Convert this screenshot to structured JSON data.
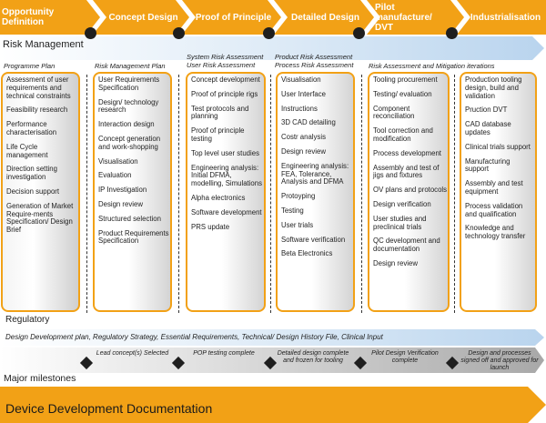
{
  "phases": [
    {
      "label": "Opportunity Definition"
    },
    {
      "label": "Concept Design"
    },
    {
      "label": "Proof of Principle"
    },
    {
      "label": "Detailed Design"
    },
    {
      "label": "Pilot manufacture/ DVT"
    },
    {
      "label": "Industrialisation"
    }
  ],
  "bands": {
    "risk_management": "Risk Management",
    "regulatory": "Regulatory",
    "regulatory_detail": "Design Development plan, Regulatory Strategy, Essential Requirements, Technical/ Design History File, Clinical Input",
    "major_milestones": "Major milestones",
    "documentation": "Device Development Documentation"
  },
  "columns": [
    {
      "header": "Programme Plan",
      "items": [
        "Assessment of user requirements and technical constraints",
        "Feasibility research",
        "Performance characterisation",
        "Life Cycle management",
        "Direction setting investigation",
        "Decision support",
        "Generation of Market Require-ments Specification/ Design Brief"
      ]
    },
    {
      "header": "Risk Management Plan",
      "items": [
        "User Requirements Specification",
        "Design/ technology research",
        "Interaction design",
        "Concept generation and work-shopping",
        "Visualisation",
        "Evaluation",
        "IP Investigation",
        "Design review",
        "Structured selection",
        "Product Requirements Specification"
      ]
    },
    {
      "header": "System Risk Assessment User Risk Assessment",
      "items": [
        "Concept development",
        "Proof of principle rigs",
        "Test protocols and planning",
        "Proof of principle testing",
        "Top level user studies",
        "Engineering analysis: Initial DFMA, modelling, Simulations",
        "Alpha electronics",
        "Software development",
        "PRS update"
      ]
    },
    {
      "header": "Product Risk Assessment Process Risk Assessment",
      "items": [
        "Visualisation",
        "User Interface",
        "Instructions",
        "3D CAD detailing",
        "Costr analysis",
        "Design review",
        "Engineering analysis: FEA, Tolerance, Analysis and DFMA",
        "Protoyping",
        "Testing",
        "User trials",
        "Software verification",
        "Beta Electronics"
      ]
    },
    {
      "header": "Risk Assessment and Mitigation iterations",
      "items": [
        "Tooling procurement",
        "Testing/ evaluation",
        "Component reconciliation",
        "Tool correction and modification",
        "Process development",
        "Assembly and test of jigs and fixtures",
        "OV plans and protocols",
        "Design verification",
        "User studies and preclinical trials",
        "QC development and documentation",
        "Design review"
      ]
    },
    {
      "header": "",
      "items": [
        "Production tooling design, build and validation",
        "Pruction DVT",
        "CAD database updates",
        "Clinical trials support",
        "Manufacturing support",
        "Assembly and test equipment",
        "Process validation and qualification",
        "Knowledge and technology transfer"
      ]
    }
  ],
  "milestones": [
    "Lead concept(s) Selected",
    "POP testing complete",
    "Detailed design complete and frozen for tooling",
    "Pilot Design Verification complete",
    "Design and processes signed off and approved for launch"
  ],
  "colors": {
    "phase": "#f2a116",
    "box_border": "#f2a116",
    "risk_band": "#c9dff2",
    "milestone_band": "#bfbfbf",
    "documentation": "#f2a116"
  }
}
